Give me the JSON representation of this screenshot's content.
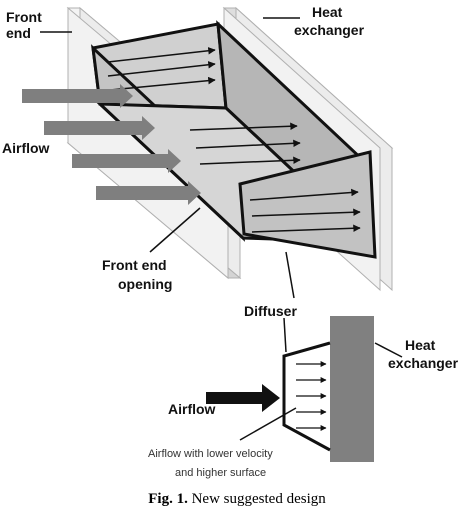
{
  "labels": {
    "front_end_line1": "Front",
    "front_end_line2": "end",
    "heat_exchanger_top_line1": "Heat",
    "heat_exchanger_top_line2": "exchanger",
    "airflow_top": "Airflow",
    "front_end_opening_line1": "Front end",
    "front_end_opening_line2": "opening",
    "diffuser": "Diffuser",
    "heat_exchanger_bottom_line1": "Heat",
    "heat_exchanger_bottom_line2": "exchanger",
    "airflow_bottom": "Airflow",
    "note_line1": "Airflow with lower velocity",
    "note_line2": "and higher surface"
  },
  "caption": {
    "prefix": "Fig. 1.",
    "text": " New suggested design"
  },
  "colors": {
    "panel_fill": "#e9e9e9",
    "panel_stroke": "#b0b0b0",
    "duct_fill": "#c8c8c8",
    "airflow_arrow": "#7f7f7f",
    "exchanger_block": "#808080",
    "line": "#111111"
  }
}
